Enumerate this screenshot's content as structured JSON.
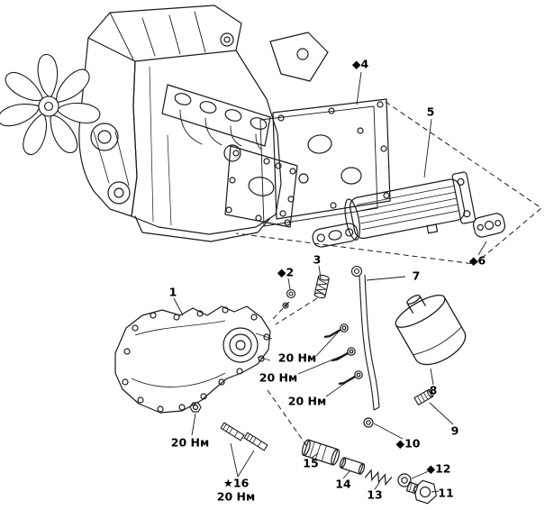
{
  "figure": {
    "background": "#ffffff",
    "line_color": "#1a1a1a"
  },
  "callouts": {
    "c1": "1",
    "c2": "◆2",
    "c3": "3",
    "c4": "◆4",
    "c5": "5",
    "c6": "◆6",
    "c7": "7",
    "c8": "8",
    "c9": "9",
    "c10": "◆10",
    "c11": "11",
    "c12": "◆12",
    "c13": "13",
    "c14": "14",
    "c15": "15",
    "c16": "★16"
  },
  "torques": {
    "nozzle_upper": "20 Нм",
    "nozzle_middle": "20 Нм",
    "nozzle_lower": "20 Нм",
    "cover_nut": "20 Нм",
    "stud_bolts": "20 Нм"
  }
}
